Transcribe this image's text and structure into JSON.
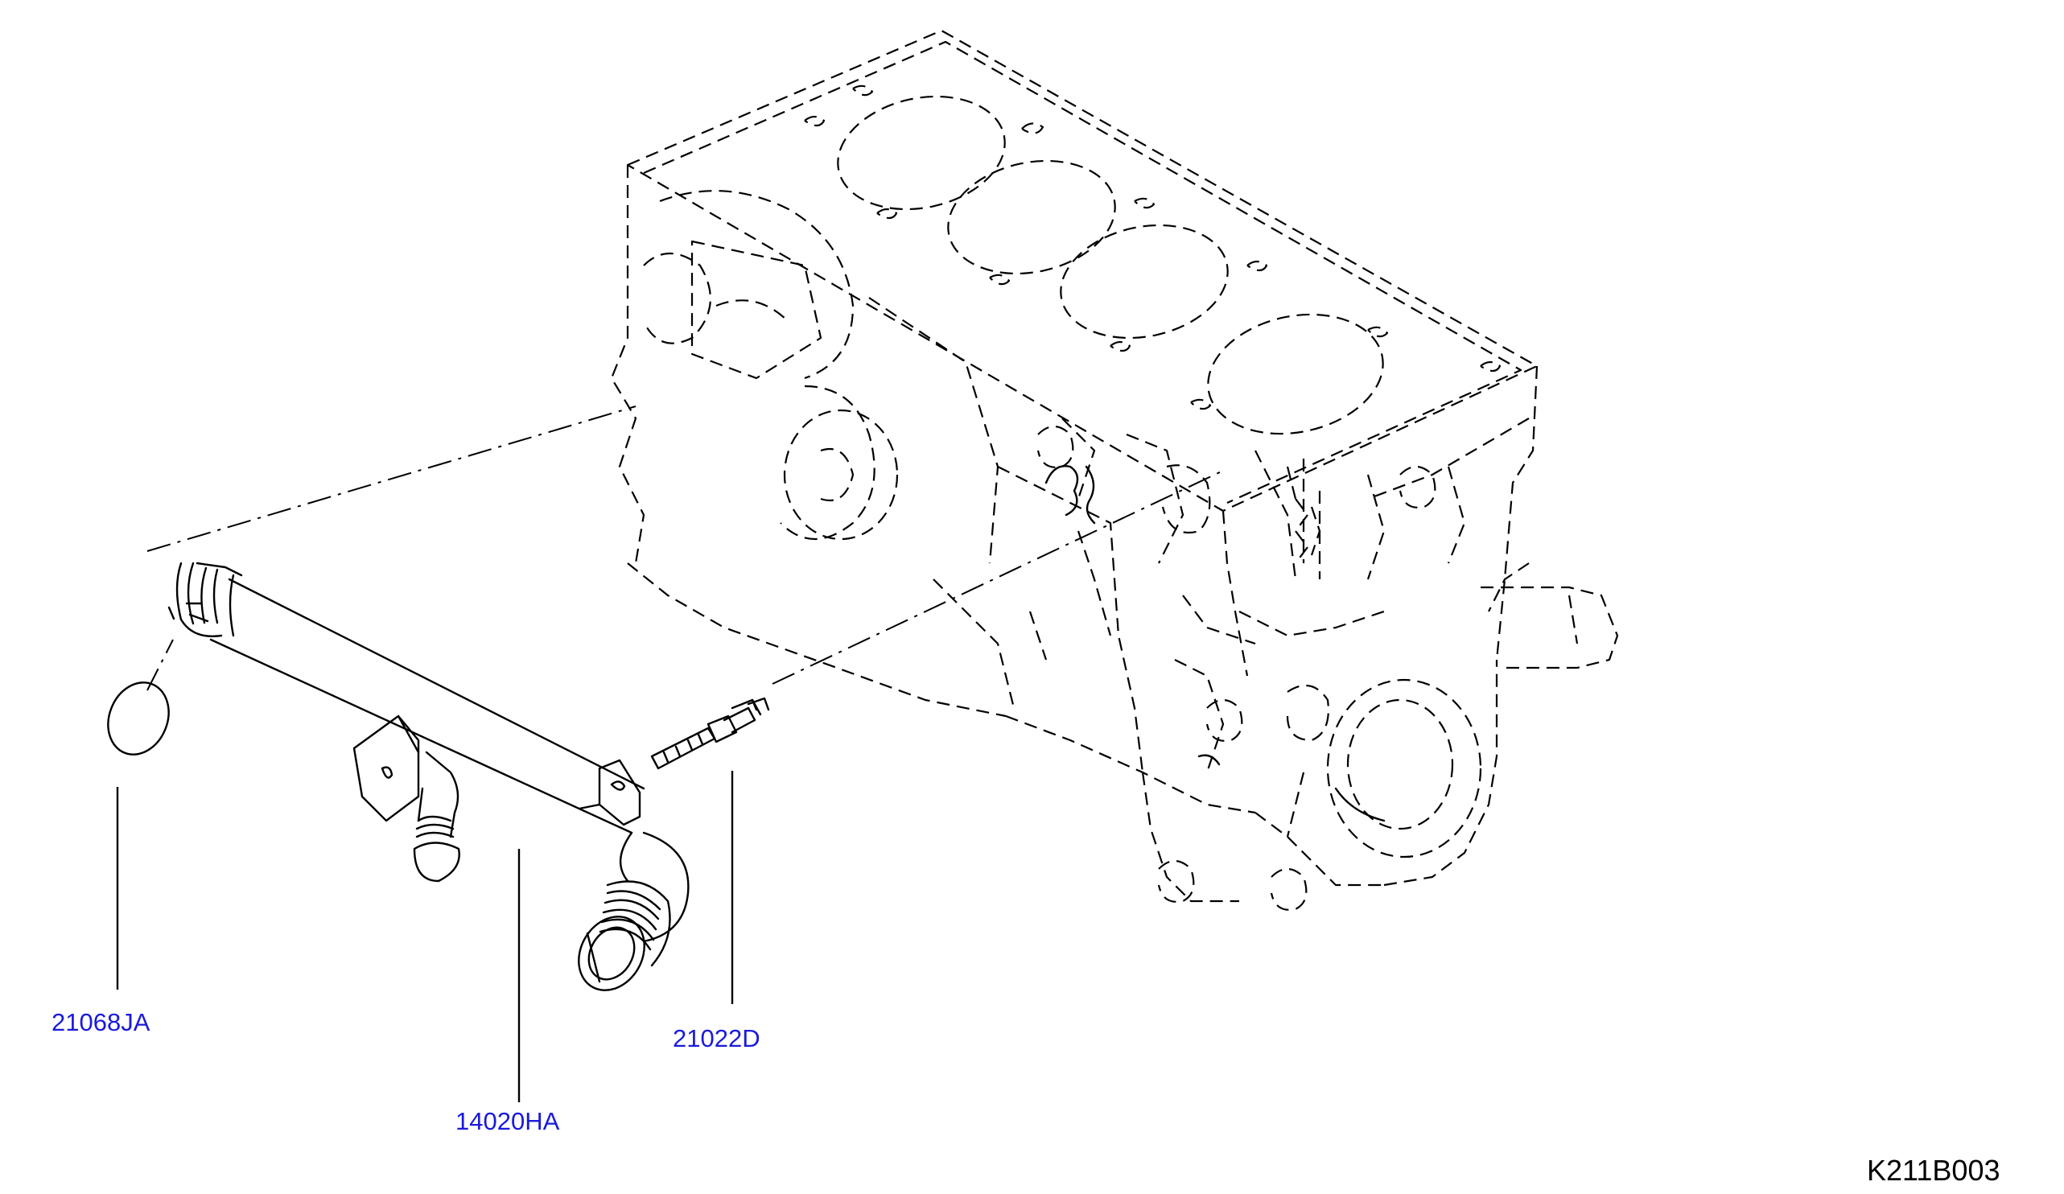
{
  "parts": {
    "gasket": {
      "part_number": "21068JA"
    },
    "water_pipe": {
      "part_number": "14020HA"
    },
    "stud": {
      "part_number": "21022D"
    }
  },
  "diagram_ref": "K211B003",
  "colors": {
    "label_text": "#1a1adb",
    "line": "#000000",
    "background": "#ffffff"
  }
}
